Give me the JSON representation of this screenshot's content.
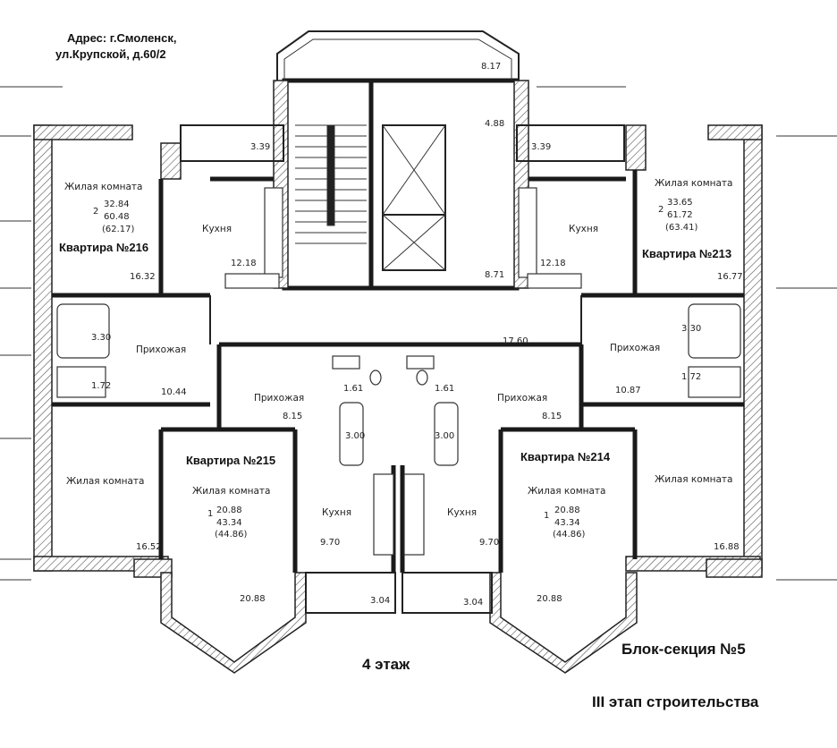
{
  "address": {
    "line1": "Адрес: г.Смоленск,",
    "line2": "ул.Крупской, д.60/2"
  },
  "floor": "4 этаж",
  "section": "Блок-секция №5",
  "stage": "III этап строительства",
  "apartments": {
    "a216": "Квартира №216",
    "a213": "Квартира №213",
    "a215": "Квартира №215",
    "a214": "Квартира №214"
  },
  "rooms": {
    "living": "Жилая комната",
    "kitchen": "Кухня",
    "hall": "Прихожая"
  },
  "areas": {
    "balcony_top": "8.17",
    "lift_hall": "4.88",
    "balc_tl": "3.39",
    "balc_tr": "3.39",
    "a216_rooms": "2",
    "a216_living": "32.84",
    "a216_total": "60.48",
    "a216_total_b": "(62.17)",
    "a213_rooms": "2",
    "a213_living": "33.65",
    "a213_total": "61.72",
    "a213_total_b": "(63.41)",
    "k_tl": "12.18",
    "k_tr": "12.18",
    "stair": "8.71",
    "r216_1": "16.32",
    "r213_1": "16.77",
    "bath216": "3.30",
    "bath213": "3.30",
    "corridor": "17.60",
    "wc216": "1.72",
    "wc213": "1.72",
    "hall216": "10.44",
    "hall213": "10.87",
    "wc215": "1.61",
    "wc214": "1.61",
    "hall215": "8.15",
    "hall214": "8.15",
    "bath215": "3.00",
    "bath214": "3.00",
    "a215_rooms": "1",
    "a215_living": "20.88",
    "a215_total": "43.34",
    "a215_total_b": "(44.86)",
    "a214_rooms": "1",
    "a214_living": "20.88",
    "a214_total": "43.34",
    "a214_total_b": "(44.86)",
    "r216_2": "16.52",
    "r213_2": "16.88",
    "k215": "9.70",
    "k214": "9.70",
    "balc215": "3.04",
    "balc214": "3.04",
    "bay215": "20.88",
    "bay214": "20.88"
  }
}
